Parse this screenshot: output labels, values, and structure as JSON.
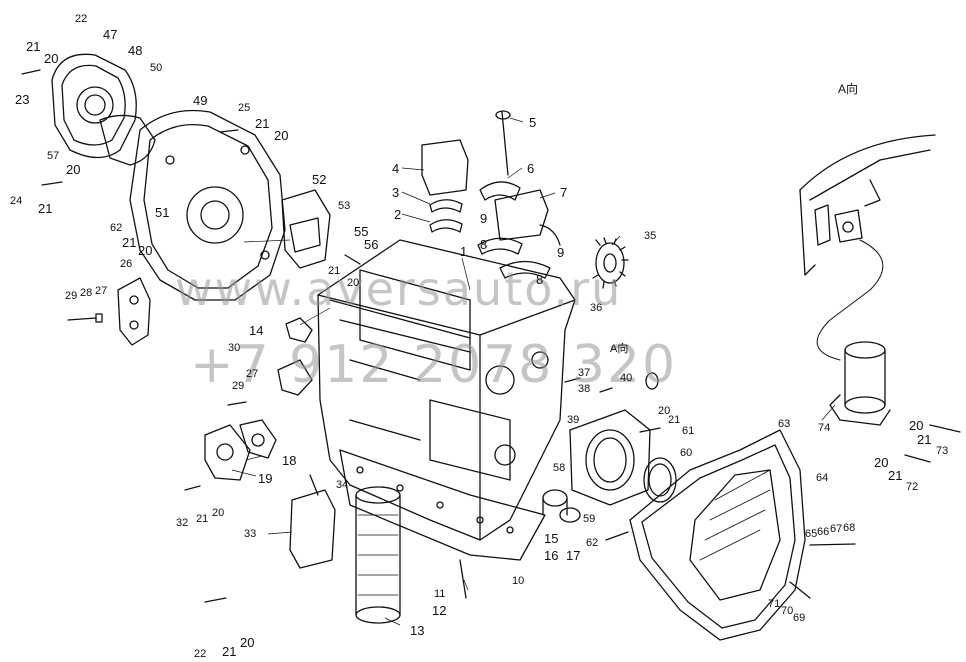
{
  "view_label": "A向",
  "watermark": {
    "site": "www.aversauto.ru",
    "phone": "+7 912 2078 320"
  },
  "part_labels": {
    "p1": "1",
    "p2": "2",
    "p3": "3",
    "p4": "4",
    "p5": "5",
    "p6": "6",
    "p7": "7",
    "p8a": "8",
    "p8b": "8",
    "p9a": "9",
    "p9b": "9",
    "p10": "10",
    "p11": "11",
    "p12": "12",
    "p13": "13",
    "p14": "14",
    "p15": "15",
    "p16": "16",
    "p17": "17",
    "p18": "18",
    "p19": "19",
    "p20a": "20",
    "p20b": "20",
    "p20c": "20",
    "p20d": "20",
    "p20e": "20",
    "p20f": "20",
    "p20g": "20",
    "p20h": "20",
    "p20i": "20",
    "p20j": "20",
    "p21a": "21",
    "p21b": "21",
    "p21c": "21",
    "p21d": "21",
    "p21e": "21",
    "p21f": "21",
    "p21g": "21",
    "p21h": "21",
    "p21i": "21",
    "p21j": "21",
    "p22a": "22",
    "p22b": "22",
    "p23": "23",
    "p24": "24",
    "p25": "25",
    "p26": "26",
    "p27a": "27",
    "p27b": "27",
    "p28": "28",
    "p29a": "29",
    "p29b": "29",
    "p30": "30",
    "p32": "32",
    "p33": "33",
    "p34": "34",
    "p35": "35",
    "p36": "36",
    "p37": "37",
    "p38": "38",
    "p39": "39",
    "p40": "40",
    "p47": "47",
    "p48": "48",
    "p49": "49",
    "p50": "50",
    "p51": "51",
    "p52": "52",
    "p53": "53",
    "p55": "55",
    "p56": "56",
    "p57": "57",
    "p58": "58",
    "p59": "59",
    "p60": "60",
    "p61": "61",
    "p62a": "62",
    "p62b": "62",
    "p63": "63",
    "p64": "64",
    "p65": "65",
    "p66": "66",
    "p67": "67",
    "p68": "68",
    "p69": "69",
    "p70": "70",
    "p71": "71",
    "p72": "72",
    "p73": "73",
    "p74": "74",
    "pA": "A向"
  }
}
